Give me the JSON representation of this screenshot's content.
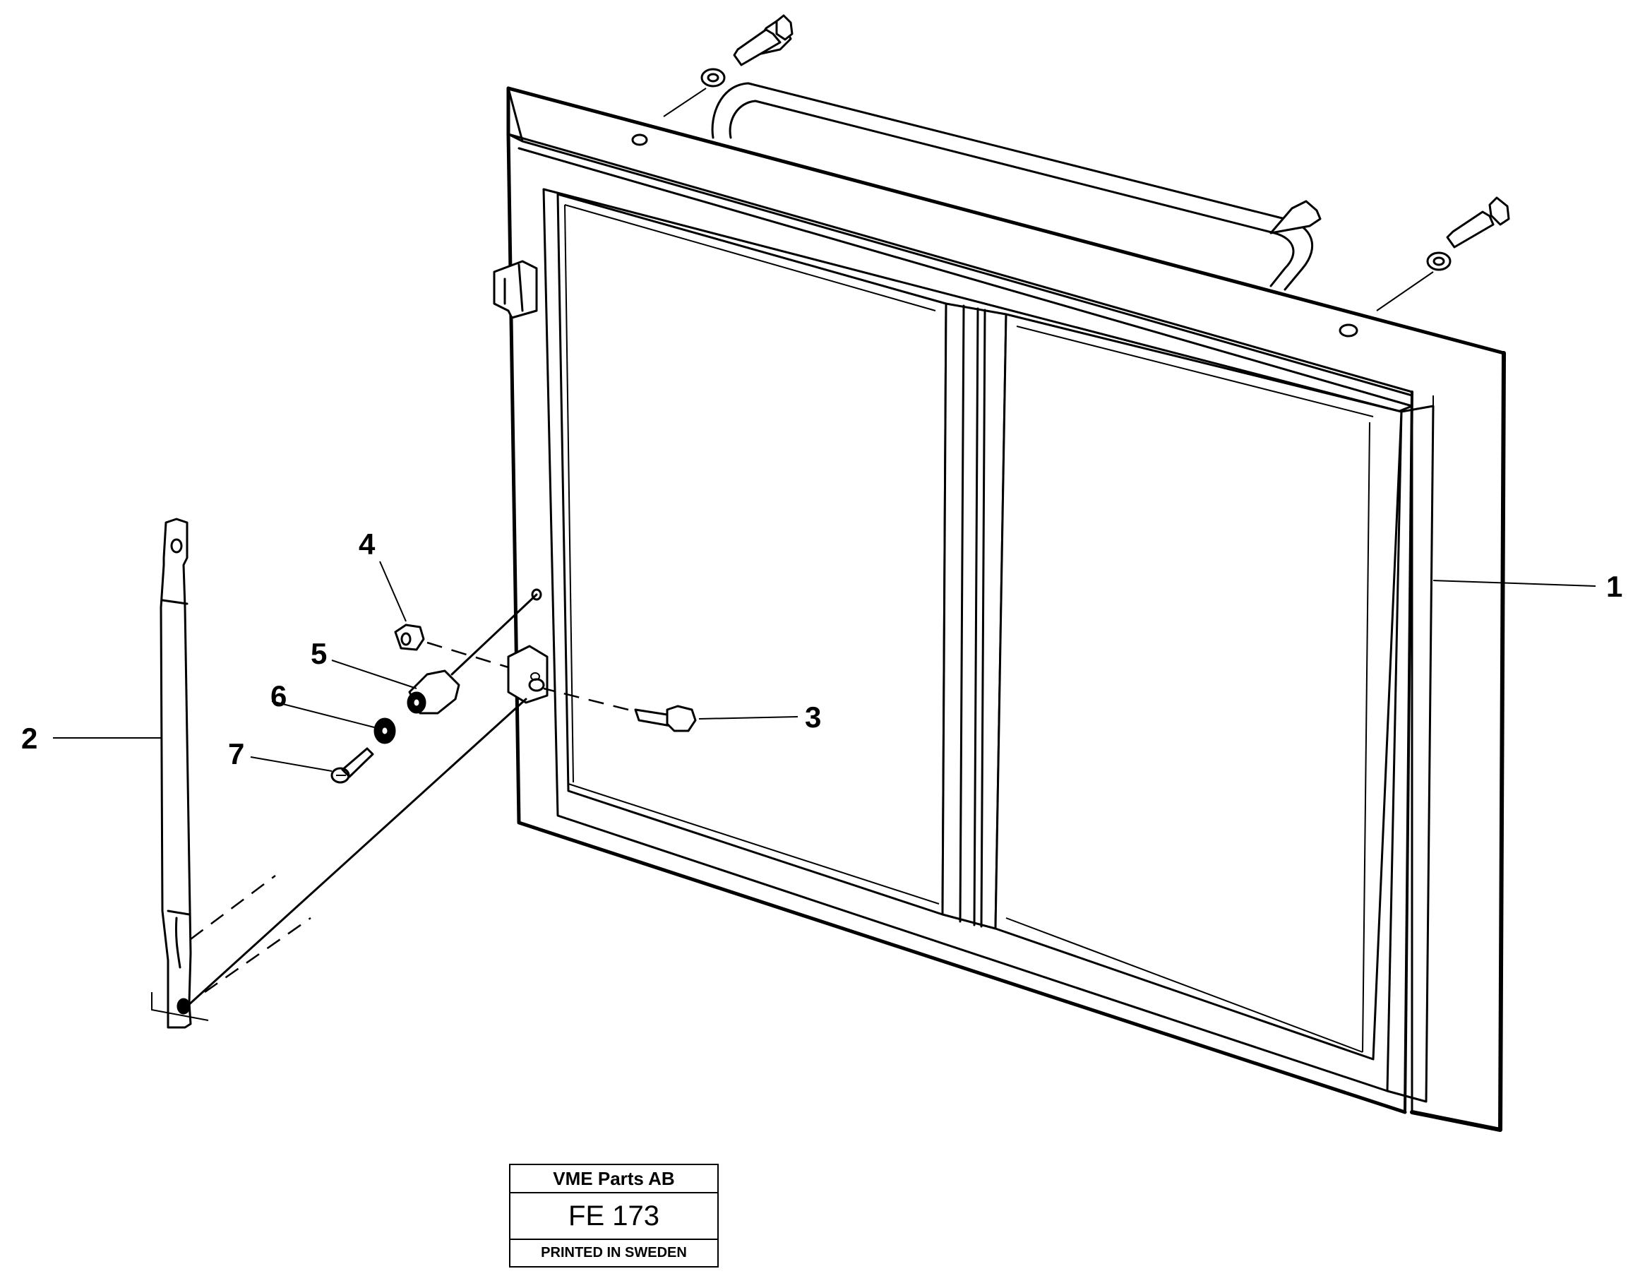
{
  "callouts": [
    {
      "id": "1",
      "label": "1"
    },
    {
      "id": "2",
      "label": "2"
    },
    {
      "id": "3",
      "label": "3"
    },
    {
      "id": "4",
      "label": "4"
    },
    {
      "id": "5",
      "label": "5"
    },
    {
      "id": "6",
      "label": "6"
    },
    {
      "id": "7",
      "label": "7"
    }
  ],
  "title_block": {
    "company": "VME Parts AB",
    "drawing_code": "FE 173",
    "printed": "PRINTED IN SWEDEN"
  }
}
